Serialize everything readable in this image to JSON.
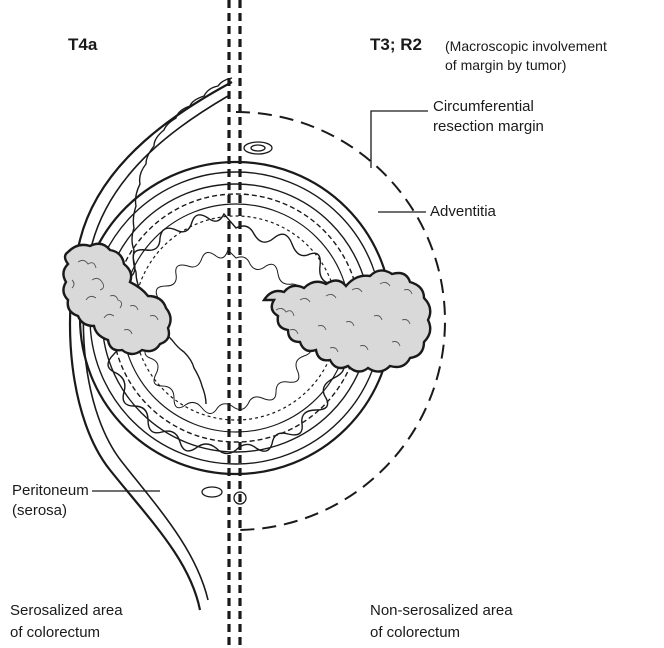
{
  "left": {
    "heading": "T4a",
    "peritoneum_label": {
      "line1": "Peritoneum",
      "line2": "(serosa)"
    },
    "area_label": {
      "line1": "Serosalized area",
      "line2": "of colorectum"
    }
  },
  "right": {
    "heading": "T3; R2",
    "heading_note": {
      "line1": "(Macroscopic involvement",
      "line2": "of margin by tumor)"
    },
    "margin_label": {
      "line1": "Circumferential",
      "line2": "resection margin"
    },
    "adventitia_label": "Adventitia",
    "area_label": {
      "line1": "Non-serosalized area",
      "line2": "of colorectum"
    }
  },
  "colors": {
    "ink": "#1a1a1a",
    "tumor_fill": "#d9d9d9",
    "paper": "#ffffff"
  }
}
